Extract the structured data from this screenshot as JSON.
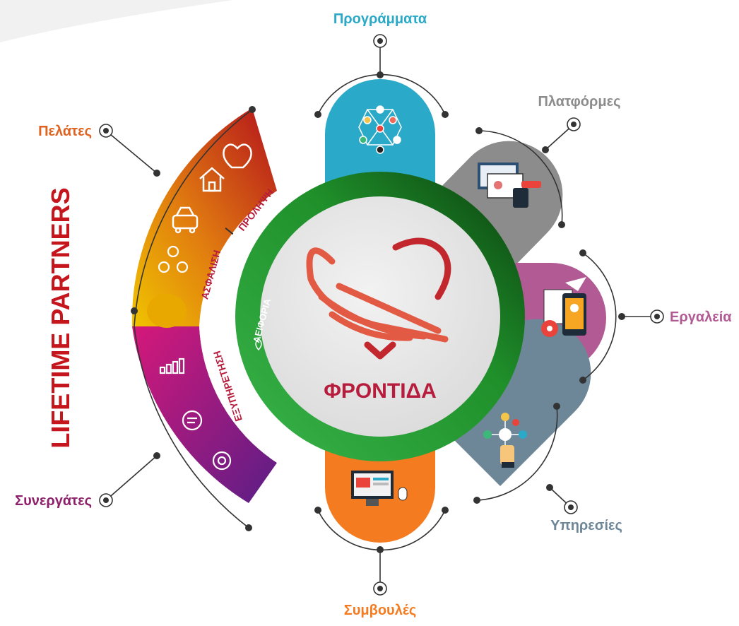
{
  "center": {
    "title": "ΦΡΟΝΤΙΔΑ",
    "ring_label": "ΑΕΙΦΟΡΙΑ"
  },
  "left": {
    "vertical_title": "LIFETIME PARTNERS",
    "arc_label_1": "ΑΣΦΑΛΙΣΗ",
    "arc_label_sep": "/",
    "arc_label_2": "ΠΡΟΛΗΨΗ",
    "arc_label_3": "ΕΞΥΠΗΡΕΤΗΣΗ",
    "clients": "Πελάτες",
    "partners": "Συνεργάτες"
  },
  "petals": {
    "programs": "Προγράμματα",
    "platforms": "Πλατφόρμες",
    "tools": "Εργαλεία",
    "services": "Υπηρεσίες",
    "advice": "Συμβουλές"
  },
  "icons": {
    "programs": "network-cube-icon",
    "platforms": "devices-chat-icon",
    "tools": "mobile-settings-icon",
    "services": "touch-network-icon",
    "advice": "computer-mouse-icon",
    "heart": "heart-icon",
    "home": "home-icon",
    "car": "car-icon",
    "people": "group-icon",
    "chart": "bar-chart-icon",
    "chat": "chat-bubble-icon",
    "gear": "gear-icon",
    "leaf": "leaf-icon",
    "logo": "winged-heart-logo"
  },
  "colors": {
    "programs": "#2aa9c8",
    "platforms": "#8c8c8c",
    "tools": "#b25a94",
    "services": "#6d8798",
    "advice": "#f47b20",
    "green_ring": "#1f8f2a",
    "brand_red": "#b71c3c",
    "clients_label": "#e0621e",
    "partners_label": "#8e1f6a"
  }
}
